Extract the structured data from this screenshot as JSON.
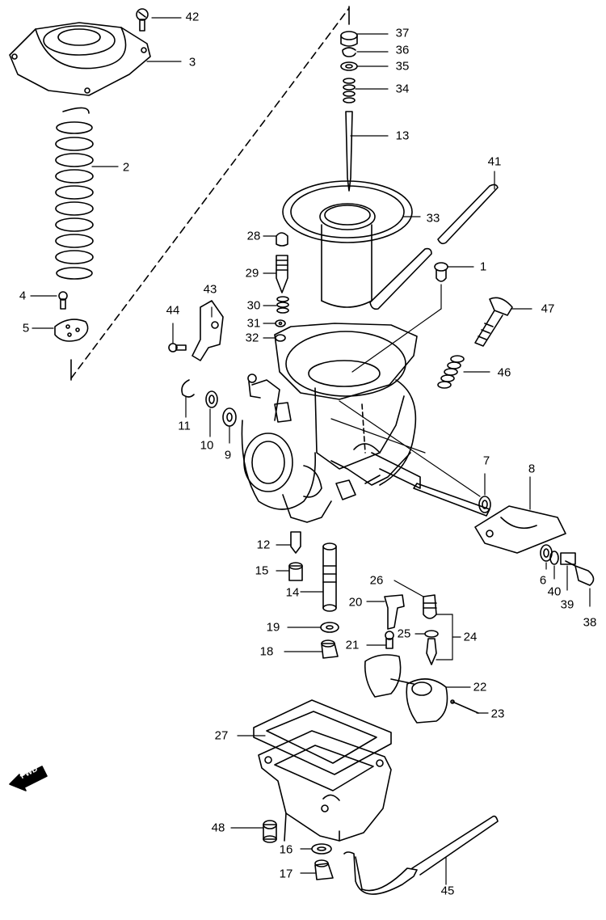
{
  "diagram": {
    "fwd_label": "FWD",
    "callouts": [
      {
        "id": "c1",
        "text": "1"
      },
      {
        "id": "c2",
        "text": "2"
      },
      {
        "id": "c3",
        "text": "3"
      },
      {
        "id": "c4",
        "text": "4"
      },
      {
        "id": "c5",
        "text": "5"
      },
      {
        "id": "c6",
        "text": "6"
      },
      {
        "id": "c7",
        "text": "7"
      },
      {
        "id": "c8",
        "text": "8"
      },
      {
        "id": "c9",
        "text": "9"
      },
      {
        "id": "c10",
        "text": "10"
      },
      {
        "id": "c11",
        "text": "11"
      },
      {
        "id": "c12",
        "text": "12"
      },
      {
        "id": "c13",
        "text": "13"
      },
      {
        "id": "c14",
        "text": "14"
      },
      {
        "id": "c15",
        "text": "15"
      },
      {
        "id": "c16",
        "text": "16"
      },
      {
        "id": "c17",
        "text": "17"
      },
      {
        "id": "c18",
        "text": "18"
      },
      {
        "id": "c19",
        "text": "19"
      },
      {
        "id": "c20",
        "text": "20"
      },
      {
        "id": "c21",
        "text": "21"
      },
      {
        "id": "c22",
        "text": "22"
      },
      {
        "id": "c23",
        "text": "23"
      },
      {
        "id": "c24",
        "text": "24"
      },
      {
        "id": "c25",
        "text": "25"
      },
      {
        "id": "c26",
        "text": "26"
      },
      {
        "id": "c27",
        "text": "27"
      },
      {
        "id": "c28",
        "text": "28"
      },
      {
        "id": "c29",
        "text": "29"
      },
      {
        "id": "c30",
        "text": "30"
      },
      {
        "id": "c31",
        "text": "31"
      },
      {
        "id": "c32",
        "text": "32"
      },
      {
        "id": "c33",
        "text": "33"
      },
      {
        "id": "c34",
        "text": "34"
      },
      {
        "id": "c35",
        "text": "35"
      },
      {
        "id": "c36",
        "text": "36"
      },
      {
        "id": "c37",
        "text": "37"
      },
      {
        "id": "c38",
        "text": "38"
      },
      {
        "id": "c39",
        "text": "39"
      },
      {
        "id": "c40",
        "text": "40"
      },
      {
        "id": "c41",
        "text": "41"
      },
      {
        "id": "c42",
        "text": "42"
      },
      {
        "id": "c43",
        "text": "43"
      },
      {
        "id": "c44",
        "text": "44"
      },
      {
        "id": "c45",
        "text": "45"
      },
      {
        "id": "c46",
        "text": "46"
      },
      {
        "id": "c47",
        "text": "47"
      },
      {
        "id": "c48",
        "text": "48"
      }
    ]
  }
}
